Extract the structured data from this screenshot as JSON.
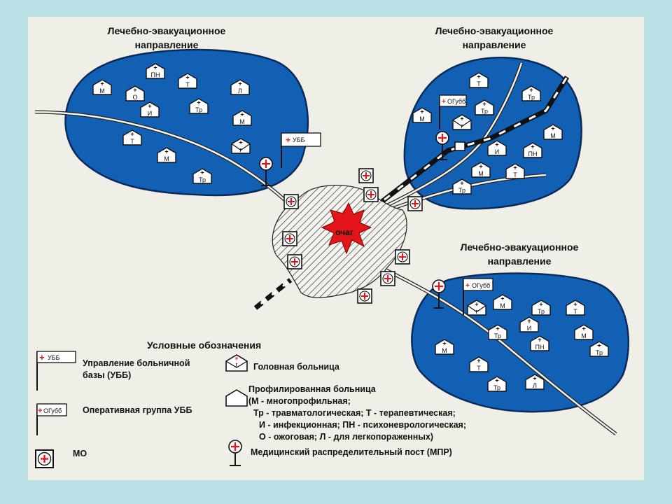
{
  "zones": [
    {
      "title_line1": "Лечебно-эвакуационное",
      "title_line2": "направление"
    },
    {
      "title_line1": "Лечебно-эвакуационное",
      "title_line2": "направление"
    },
    {
      "title_line1": "Лечебно-эвакуационное",
      "title_line2": "направление"
    }
  ],
  "focus_label": "очаг",
  "zone1_hospitals": [
    "ПН",
    "М",
    "Т",
    "Л",
    "О",
    "И",
    "Тр",
    "М",
    "Т",
    "М",
    "Г",
    "Тр"
  ],
  "zone2_hospitals": [
    "Т",
    "Тр",
    "М",
    "Тр",
    "Г",
    "М",
    "И",
    "ПН",
    "М",
    "Т",
    "Тр"
  ],
  "zone3_hospitals": [
    "Г",
    "М",
    "Тр",
    "Т",
    "И",
    "Тр",
    "М",
    "ПН",
    "Тр",
    "М",
    "Т",
    "Тр",
    "Л"
  ],
  "ubb_flag": "УББ",
  "og_flag": "ОГубб",
  "legend": {
    "title": "Условные обозначения",
    "ubb_line1": "Управление больничной",
    "ubb_line2": "базы (УББ)",
    "og": "Оперативная группа УББ",
    "mo": "МО",
    "head_hospital": "Головная больница",
    "profiled_line1": "Профилированная больница",
    "profiled_line2": "(М - многопрофильная;",
    "profiled_line3": "Тр - травматологическая; Т - терапевтическая;",
    "profiled_line4": "И - инфекционная; ПН - психоневрологическая;",
    "profiled_line5": "О - ожоговая; Л - для легкопораженных)",
    "mpr": "Медицинский распределительный пост (МПР)",
    "ubb_flag": "УББ",
    "og_flag": "ОГубб"
  },
  "colors": {
    "zone": "#1260b4",
    "accent": "#e3151a",
    "background": "#efefe7",
    "frame": "#b9e0e4"
  }
}
